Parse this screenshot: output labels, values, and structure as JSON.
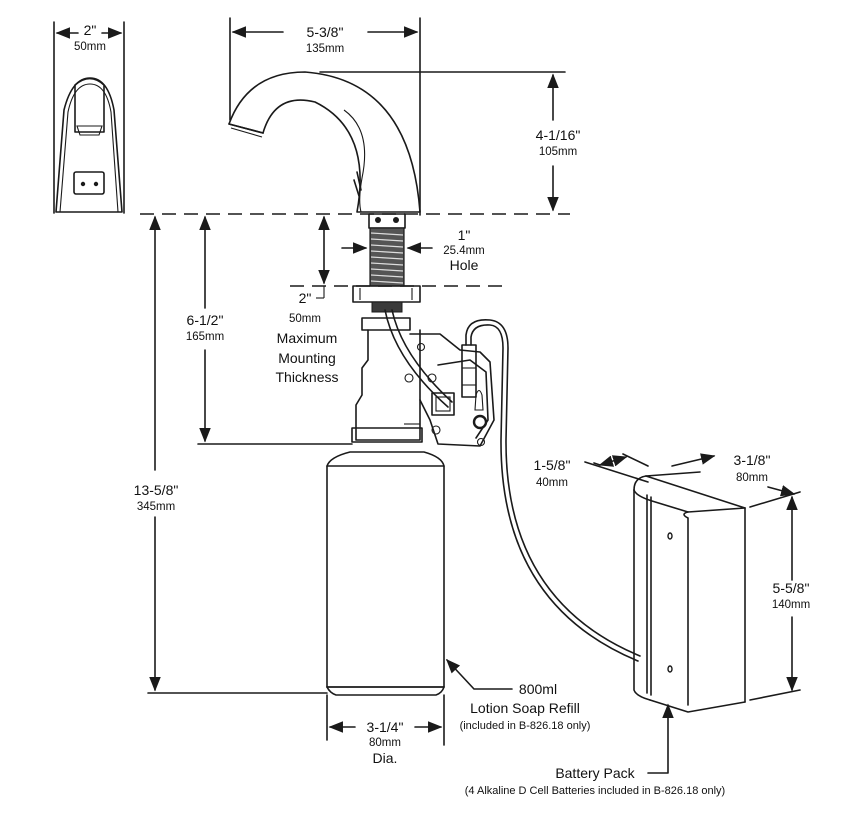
{
  "diagram": {
    "colors": {
      "line": "#1a1a1a",
      "text": "#111111",
      "background": "#ffffff"
    },
    "dimensions": {
      "side_width": {
        "imperial": "2\"",
        "metric": "50mm"
      },
      "spout_reach": {
        "imperial": "5-3/8\"",
        "metric": "135mm"
      },
      "spout_height": {
        "imperial": "4-1/16\"",
        "metric": "105mm"
      },
      "hole": {
        "imperial": "1\"",
        "metric": "25.4mm",
        "label": "Hole"
      },
      "mounting_thickness": {
        "imperial": "2\"",
        "metric": "50mm",
        "label_lines": [
          "Maximum",
          "Mounting",
          "Thickness"
        ]
      },
      "under_deck": {
        "imperial": "6-1/2\"",
        "metric": "165mm"
      },
      "total_depth": {
        "imperial": "13-5/8\"",
        "metric": "345mm"
      },
      "bottle_dia": {
        "imperial": "3-1/4\"",
        "metric": "80mm",
        "label": "Dia."
      },
      "battery_depth": {
        "imperial": "1-5/8\"",
        "metric": "40mm"
      },
      "battery_width": {
        "imperial": "3-1/8\"",
        "metric": "80mm"
      },
      "battery_height": {
        "imperial": "5-5/8\"",
        "metric": "140mm"
      }
    },
    "callouts": {
      "refill": {
        "volume": "800ml",
        "name": "Lotion Soap Refill",
        "note": "(included in B-826.18 only)"
      },
      "battery": {
        "name": "Battery Pack",
        "note": "(4 Alkaline D Cell Batteries included in B-826.18 only)"
      }
    }
  }
}
